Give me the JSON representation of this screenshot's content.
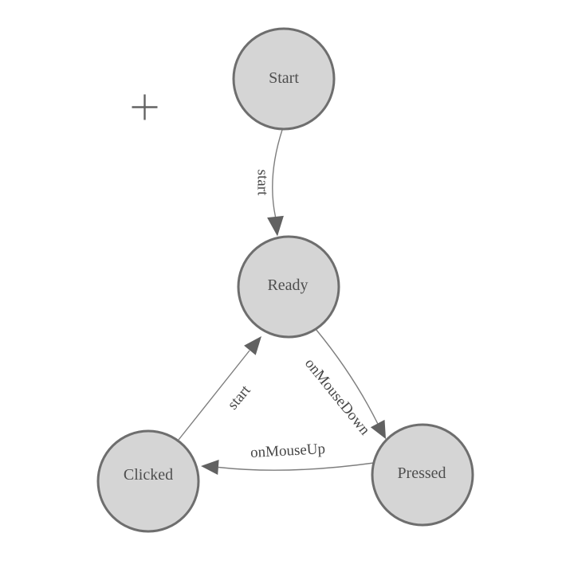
{
  "diagram": {
    "type": "state-machine",
    "nodes": [
      {
        "id": "start",
        "label": "Start"
      },
      {
        "id": "ready",
        "label": "Ready"
      },
      {
        "id": "clicked",
        "label": "Clicked"
      },
      {
        "id": "pressed",
        "label": "Pressed"
      }
    ],
    "edges": [
      {
        "id": "start-to-ready",
        "from": "Start",
        "to": "Ready",
        "label": "start"
      },
      {
        "id": "ready-to-pressed",
        "from": "Ready",
        "to": "Pressed",
        "label": "onMouseDown"
      },
      {
        "id": "pressed-to-clicked",
        "from": "Pressed",
        "to": "Clicked",
        "label": "onMouseUp"
      },
      {
        "id": "clicked-to-ready",
        "from": "Clicked",
        "to": "Ready",
        "label": "start"
      }
    ],
    "cursor": {
      "type": "crosshair"
    },
    "colors": {
      "canvas_background": "#ffffff",
      "node_fill": "#d5d5d5",
      "node_stroke": "#6e6e6e",
      "node_text": "#4f4f4f",
      "edge_stroke": "#7e7e7e",
      "arrowhead_fill": "#616161",
      "edge_label_text": "#474747",
      "crosshair": "#636363"
    }
  }
}
